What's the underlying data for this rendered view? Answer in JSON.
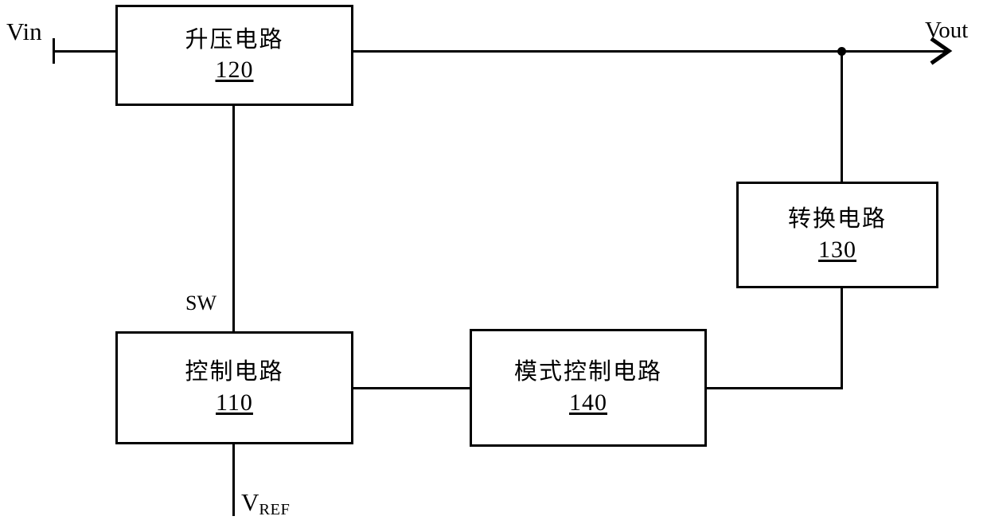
{
  "diagram": {
    "type": "circuit-block-diagram",
    "background_color": "#ffffff",
    "line_color": "#000000",
    "blocks": [
      {
        "id": "120",
        "name": "boost-circuit",
        "title": "升压电路",
        "number": "120"
      },
      {
        "id": "130",
        "name": "conversion-circuit",
        "title": "转换电路",
        "number": "130"
      },
      {
        "id": "110",
        "name": "control-circuit",
        "title": "控制电路",
        "number": "110"
      },
      {
        "id": "140",
        "name": "mode-control-circuit",
        "title": "模式控制电路",
        "number": "140"
      }
    ],
    "labels": {
      "input": "Vin",
      "output": "Vout",
      "switch_node": "SW",
      "reference_voltage_main": "V",
      "reference_voltage_sub": "REF"
    },
    "icons": {
      "output_arrow": "arrow-right-icon",
      "junction": "junction-dot-icon",
      "input_terminal": "terminal-tick-icon"
    }
  }
}
